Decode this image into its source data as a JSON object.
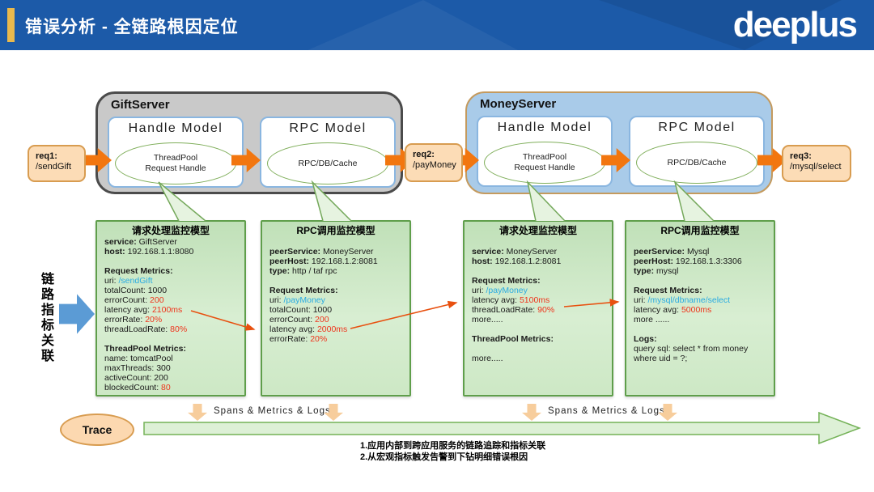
{
  "header": {
    "title": "错误分析 - 全链路根因定位",
    "logo": "deeplus",
    "colors": {
      "bg": "#1c5aa8",
      "accent_bar": "#e9b94d",
      "text": "#ffffff"
    }
  },
  "servers": [
    {
      "name": "GiftServer",
      "models": [
        {
          "title": "Handle Model",
          "ellipse": [
            "ThreadPool",
            "Request Handle"
          ]
        },
        {
          "title": "RPC Model",
          "ellipse": [
            "RPC/DB/Cache"
          ]
        }
      ]
    },
    {
      "name": "MoneyServer",
      "models": [
        {
          "title": "Handle Model",
          "ellipse": [
            "ThreadPool",
            "Request Handle"
          ]
        },
        {
          "title": "RPC Model",
          "ellipse": [
            "RPC/DB/Cache"
          ]
        }
      ]
    }
  ],
  "requests": [
    {
      "id": "req1:",
      "path": "/sendGift"
    },
    {
      "id": "req2:",
      "path": "/payMoney"
    },
    {
      "id": "req3:",
      "path": "/mysql/select"
    }
  ],
  "monitor_boxes": [
    {
      "title": "请求处理监控模型",
      "lines": [
        [
          [
            "service:",
            "b"
          ],
          [
            " GiftServer",
            "n"
          ]
        ],
        [
          [
            "host:",
            "b"
          ],
          [
            " 192.168.1.1:8080",
            "n"
          ]
        ],
        [],
        [
          [
            "Request Metrics:",
            "b"
          ]
        ],
        [
          [
            "uri: ",
            "n"
          ],
          [
            "/sendGift",
            "u"
          ]
        ],
        [
          [
            "totalCount: 1000",
            "n"
          ]
        ],
        [
          [
            "errorCount: ",
            "n"
          ],
          [
            "200",
            "r"
          ]
        ],
        [
          [
            "latency avg: ",
            "n"
          ],
          [
            "2100ms",
            "r"
          ]
        ],
        [
          [
            "errorRate: ",
            "n"
          ],
          [
            "20%",
            "r"
          ]
        ],
        [
          [
            "threadLoadRate: ",
            "n"
          ],
          [
            "80%",
            "r"
          ]
        ],
        [],
        [
          [
            "ThreadPool Metrics:",
            "b"
          ]
        ],
        [
          [
            "name: tomcatPool",
            "n"
          ]
        ],
        [
          [
            "maxThreads: 300",
            "n"
          ]
        ],
        [
          [
            "activeCount: 200",
            "n"
          ]
        ],
        [
          [
            "blockedCount: ",
            "n"
          ],
          [
            "80",
            "r"
          ]
        ]
      ]
    },
    {
      "title": "RPC调用监控模型",
      "lines": [
        [],
        [
          [
            "peerService:",
            "b"
          ],
          [
            " MoneyServer",
            "n"
          ]
        ],
        [
          [
            "peerHost:",
            "b"
          ],
          [
            " 192.168.1.2:8081",
            "n"
          ]
        ],
        [
          [
            "type:",
            "b"
          ],
          [
            " http / taf rpc",
            "n"
          ]
        ],
        [],
        [
          [
            "Request Metrics:",
            "b"
          ]
        ],
        [
          [
            "uri: ",
            "n"
          ],
          [
            "/payMoney",
            "u"
          ]
        ],
        [
          [
            "totalCount: 1000",
            "n"
          ]
        ],
        [
          [
            "errorCount: ",
            "n"
          ],
          [
            "200",
            "r"
          ]
        ],
        [
          [
            "latency avg: ",
            "n"
          ],
          [
            "2000ms",
            "r"
          ]
        ],
        [
          [
            "errorRate: ",
            "n"
          ],
          [
            "20%",
            "r"
          ]
        ]
      ]
    },
    {
      "title": "请求处理监控模型",
      "lines": [
        [],
        [
          [
            "service:",
            "b"
          ],
          [
            " MoneyServer",
            "n"
          ]
        ],
        [
          [
            "host:",
            "b"
          ],
          [
            " 192.168.1.2:8081",
            "n"
          ]
        ],
        [],
        [
          [
            "Request Metrics:",
            "b"
          ]
        ],
        [
          [
            "uri: ",
            "n"
          ],
          [
            "/payMoney",
            "u"
          ]
        ],
        [
          [
            "latency avg: ",
            "n"
          ],
          [
            "5100ms",
            "r"
          ]
        ],
        [
          [
            "threadLoadRate: ",
            "n"
          ],
          [
            "90%",
            "r"
          ]
        ],
        [
          [
            "more.....",
            "n"
          ]
        ],
        [],
        [
          [
            "ThreadPool Metrics:",
            "b"
          ]
        ],
        [],
        [
          [
            "more.....",
            "n"
          ]
        ]
      ]
    },
    {
      "title": "RPC调用监控模型",
      "lines": [
        [],
        [
          [
            "peerService:",
            "b"
          ],
          [
            " Mysql",
            "n"
          ]
        ],
        [
          [
            "peerHost:",
            "b"
          ],
          [
            " 192.168.1.3:3306",
            "n"
          ]
        ],
        [
          [
            "type:",
            "b"
          ],
          [
            " mysql",
            "n"
          ]
        ],
        [],
        [
          [
            "Request Metrics:",
            "b"
          ]
        ],
        [
          [
            "uri: ",
            "n"
          ],
          [
            "/mysql/dbname/select",
            "u"
          ]
        ],
        [
          [
            "latency avg: ",
            "n"
          ],
          [
            "5000ms",
            "r"
          ]
        ],
        [
          [
            "more ......",
            "n"
          ]
        ],
        [],
        [
          [
            "Logs:",
            "b"
          ]
        ],
        [
          [
            "query sql: select * from money",
            "n"
          ]
        ],
        [
          [
            "where uid = ?;",
            "n"
          ]
        ]
      ]
    }
  ],
  "left_label": "链路指标关联",
  "trace_label": "Trace",
  "spans_labels": [
    "Spans & Metrics & Logs",
    "Spans & Metrics & Logs"
  ],
  "footnotes": [
    "1.应用内部到跨应用服务的链路追踪和指标关联",
    "2.从宏观指标触发告警到下钻明细错误根因"
  ],
  "colors": {
    "red_value": "#ef341c",
    "uri_blue": "#29abe2",
    "arrow_orange": "#f2760f",
    "connector_orange": "#e8500f",
    "green_box_border": "#5f9e4b",
    "server_gray": "#c9c9c9",
    "server_blue": "#a9cbe9",
    "req_fill": "#fcdcb6",
    "blue_arrow": "#5b9bd5"
  }
}
